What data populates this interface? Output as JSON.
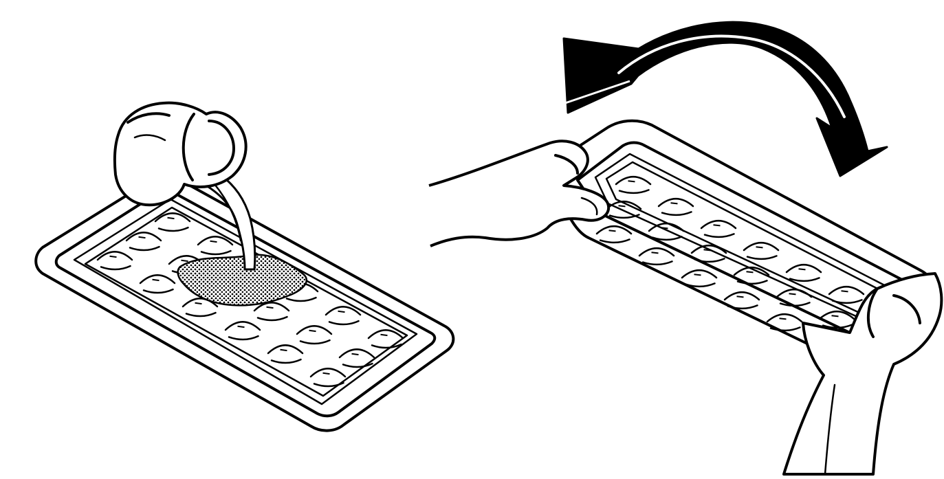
{
  "figure": {
    "panels": [
      {
        "id": "filling",
        "icons": [
          "pitcher-icon",
          "ice-tray-icon",
          "water-stream-icon"
        ]
      },
      {
        "id": "twisting",
        "icons": [
          "hands-icon",
          "ice-tray-icon",
          "twist-arrow-icon"
        ]
      }
    ],
    "colors": {
      "ink": "#000000",
      "paper": "#ffffff",
      "water": "#7a7a7a"
    },
    "tray": {
      "rows": 3,
      "columns": 6
    }
  }
}
